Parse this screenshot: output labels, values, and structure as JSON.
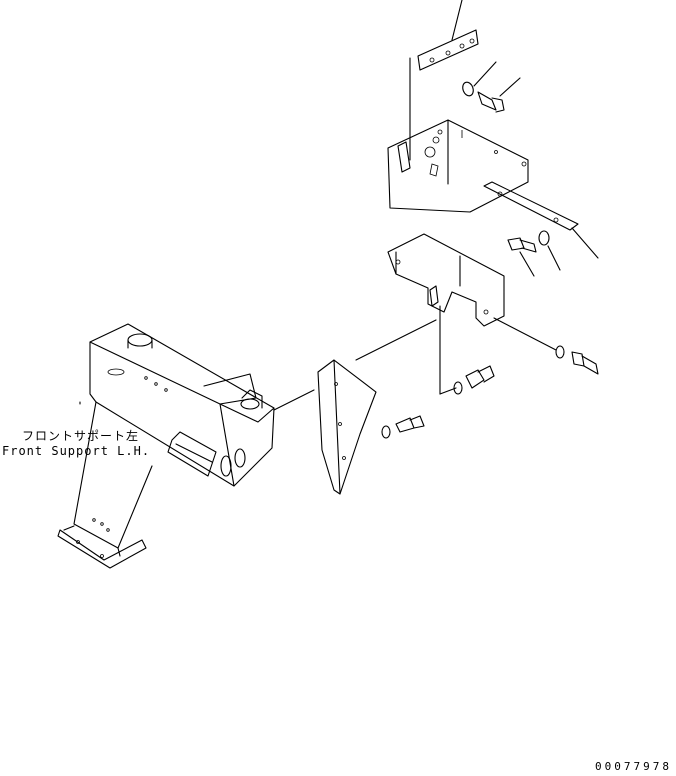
{
  "callout": {
    "name_jp": "フロントサポート左",
    "name_en": "Front Support L.H."
  },
  "drawing_number": "00077978"
}
